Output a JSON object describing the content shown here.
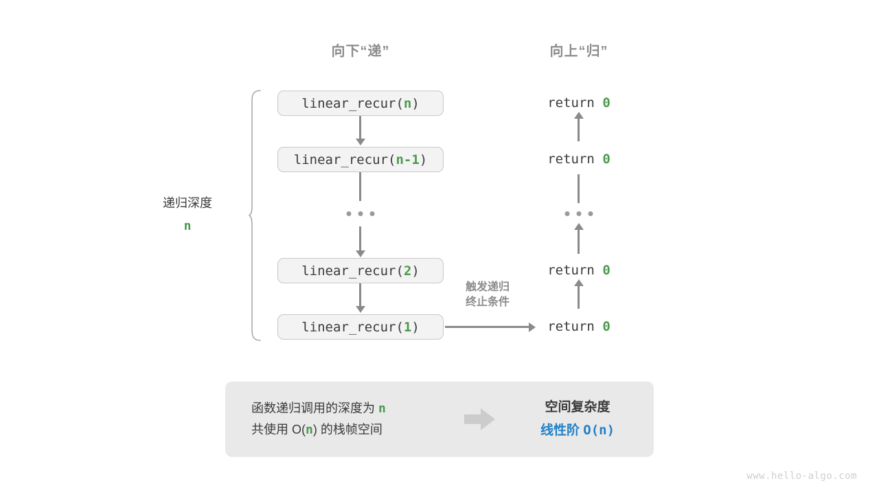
{
  "headers": {
    "down": "向下“递”",
    "up": "向上“归”"
  },
  "depth": {
    "label": "递归深度",
    "variable": "n"
  },
  "call_stack": [
    {
      "prefix": "linear_recur(",
      "arg": "n",
      "suffix": ")"
    },
    {
      "prefix": "linear_recur(",
      "arg": "n-1",
      "suffix": ")"
    },
    {
      "prefix": "linear_recur(",
      "arg": "2",
      "suffix": ")"
    },
    {
      "prefix": "linear_recur(",
      "arg": "1",
      "suffix": ")"
    }
  ],
  "ellipsis": "...",
  "returns": [
    {
      "keyword": "return",
      "value": "0"
    },
    {
      "keyword": "return",
      "value": "0"
    },
    {
      "keyword": "return",
      "value": "0"
    },
    {
      "keyword": "return",
      "value": "0"
    }
  ],
  "trigger": {
    "line1": "触发递归",
    "line2": "终止条件"
  },
  "summary": {
    "left_line1_a": "函数递归调用的深度为 ",
    "left_line1_n": "n",
    "left_line2_a": "共使用 O(",
    "left_line2_n": "n",
    "left_line2_b": ") 的栈帧空间",
    "arrow_icon": "right-block-arrow-icon",
    "right_title": "空间复杂度",
    "right_value_a": "线性阶 ",
    "right_value_b": "O(n)"
  },
  "watermark": "www.hello-algo.com",
  "colors": {
    "green": "#4a9a4c",
    "blue": "#2080c8",
    "gray_text": "#3a3a3a",
    "gray_muted": "#8c8c8c",
    "arrow": "#8a8a8a",
    "box_fill": "#f3f3f3",
    "box_border": "#c8c8c8",
    "panel_bg": "#e9e9e9"
  }
}
